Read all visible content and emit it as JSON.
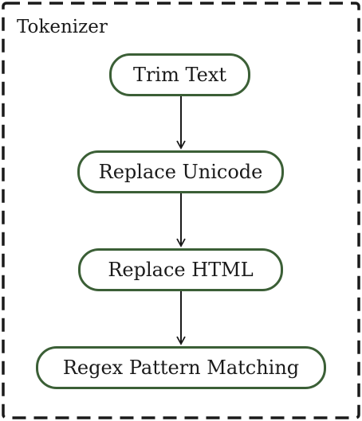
{
  "frame": {
    "title": "Tokenizer"
  },
  "steps": [
    {
      "label": "Trim Text"
    },
    {
      "label": "Replace Unicode"
    },
    {
      "label": "Replace HTML"
    },
    {
      "label": "Regex Pattern Matching"
    }
  ],
  "colors": {
    "node_border": "#3b5f36",
    "frame_border": "#1a1a1a",
    "arrow": "#1a1a1a"
  }
}
